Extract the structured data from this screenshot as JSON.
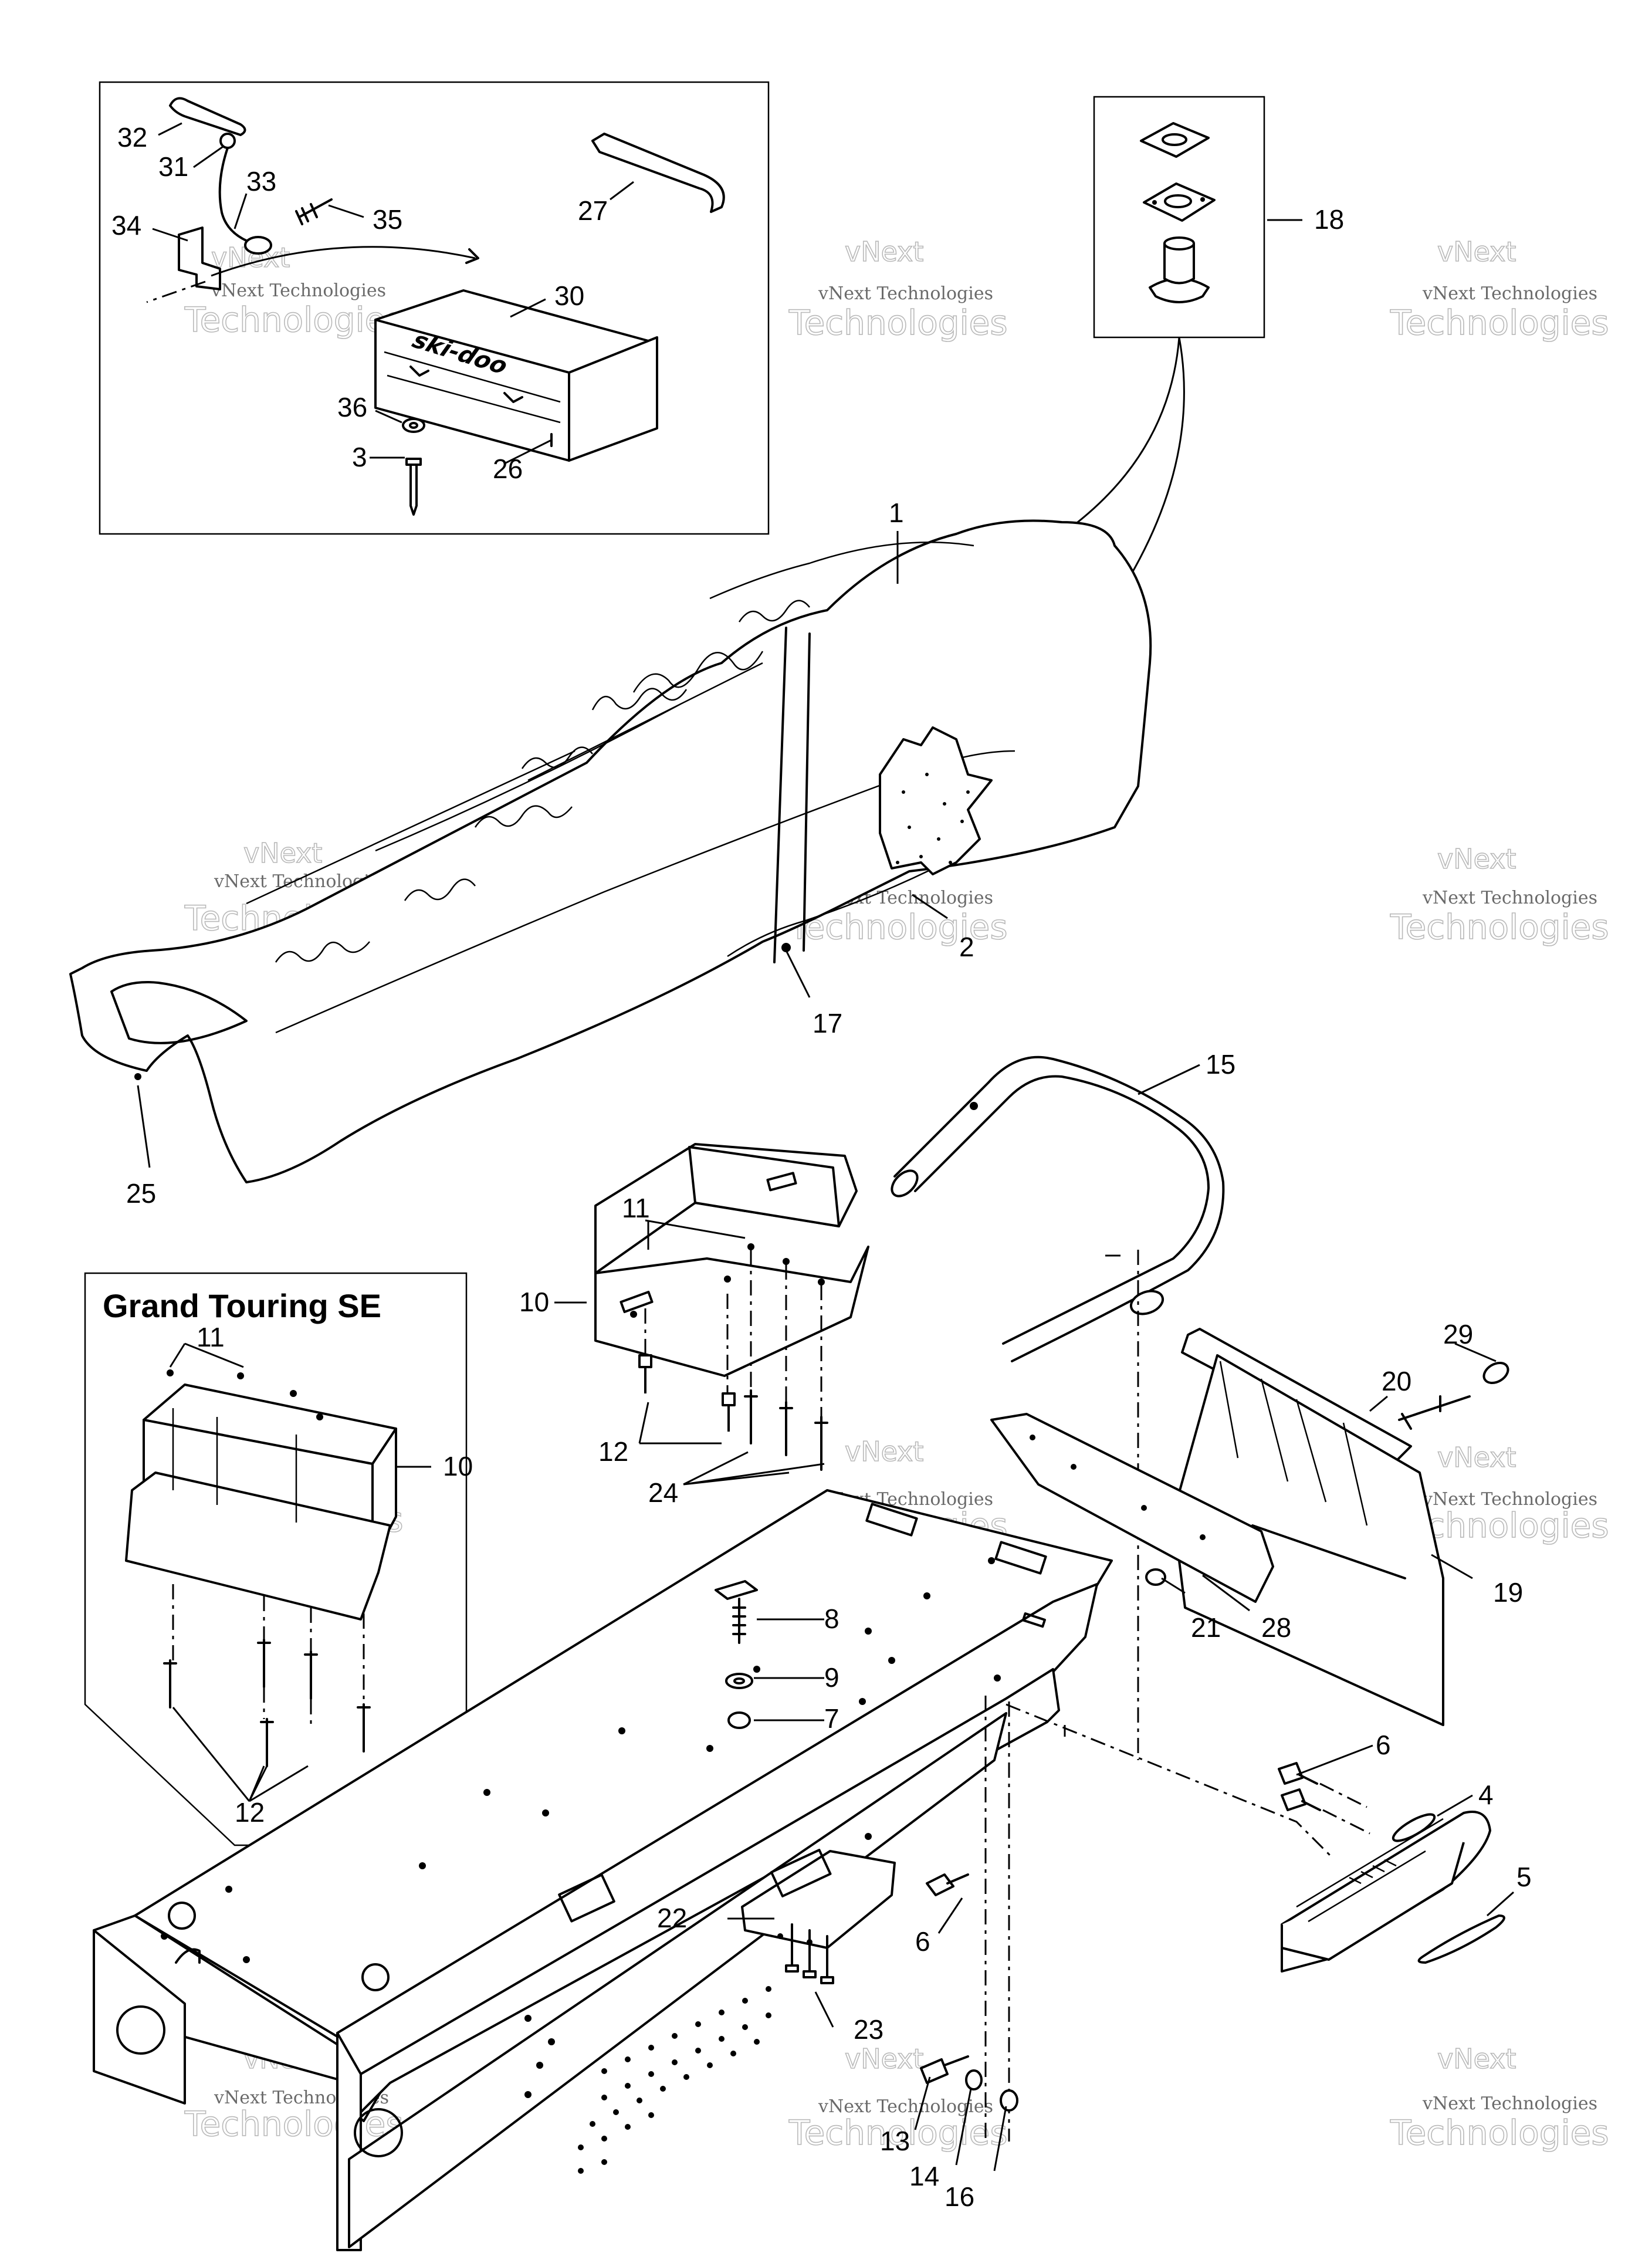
{
  "diagram": {
    "inset_title": "Grand Touring SE",
    "toolbox_logo": "ski-doo",
    "watermark": {
      "line1": "vNext",
      "line2": "vNext Technologies",
      "line3": "Technologies"
    },
    "callouts": {
      "c1": "1",
      "c2": "2",
      "c3": "3",
      "c4": "4",
      "c5": "5",
      "c6a": "6",
      "c6b": "6",
      "c7": "7",
      "c8": "8",
      "c9": "9",
      "c10a": "10",
      "c10b": "10",
      "c11a": "11",
      "c11b": "11",
      "c12a": "12",
      "c12b": "12",
      "c13": "13",
      "c14": "14",
      "c15": "15",
      "c16": "16",
      "c17": "17",
      "c18": "18",
      "c19": "19",
      "c20": "20",
      "c21": "21",
      "c22": "22",
      "c23": "23",
      "c24": "24",
      "c25": "25",
      "c26": "26",
      "c27": "27",
      "c28": "28",
      "c29": "29",
      "c30": "30",
      "c31": "31",
      "c32": "32",
      "c33": "33",
      "c34": "34",
      "c35": "35",
      "c36": "36"
    }
  }
}
